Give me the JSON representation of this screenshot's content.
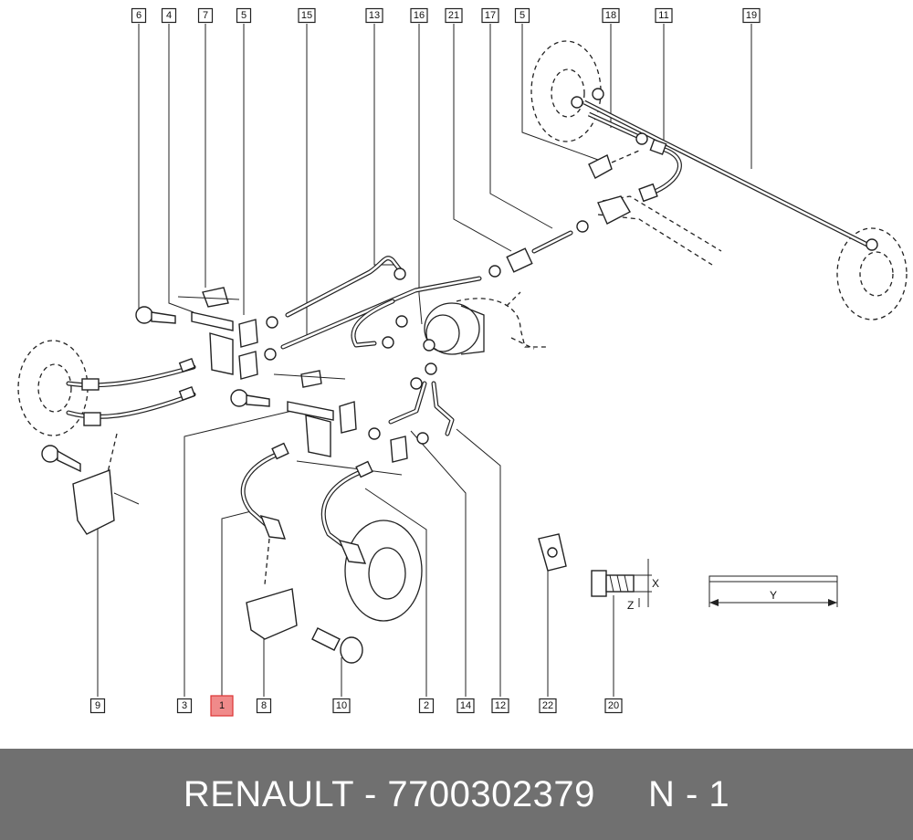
{
  "diagram": {
    "top_callouts": [
      "6",
      "4",
      "7",
      "5",
      "15",
      "13",
      "16",
      "21",
      "17",
      "5",
      "18",
      "11",
      "19"
    ],
    "bottom_callouts": [
      "9",
      "3",
      "1",
      "8",
      "10",
      "2",
      "14",
      "12",
      "22",
      "20"
    ],
    "highlighted_callout": "1",
    "scale_label": "Y",
    "dim_x_label": "X",
    "dim_z_label": "Z"
  },
  "footer": {
    "text": "RENAULT - 7700302379     N - 1",
    "background": "#707070",
    "text_color": "#ffffff"
  },
  "colors": {
    "highlight_fill": "#f08a8a",
    "highlight_stroke": "#dd3333",
    "line": "#222222"
  }
}
